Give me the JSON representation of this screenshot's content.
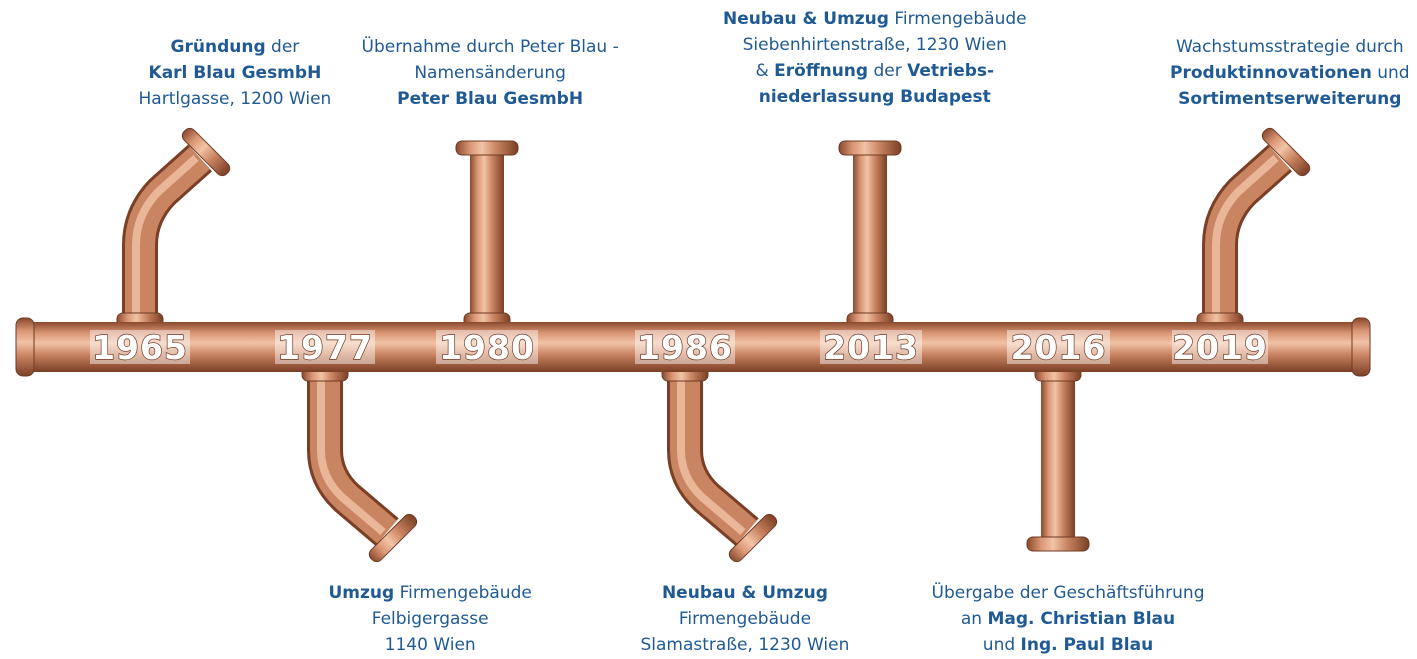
{
  "colors": {
    "copper_dark": "#8a4a2e",
    "copper_mid": "#c98462",
    "copper_light": "#f1c3a6",
    "text_blue": "#1f5a94",
    "year_label_bg": "#ffffff"
  },
  "milestones": [
    {
      "year": "1965",
      "side": "top",
      "pipe": "angled",
      "lines": [
        [
          {
            "t": "Gründung",
            "b": true
          },
          {
            "t": " der",
            "b": false
          }
        ],
        [
          {
            "t": "Karl Blau GesmbH",
            "b": true
          }
        ],
        [
          {
            "t": "Hartlgasse, 1200 Wien",
            "b": false
          }
        ]
      ]
    },
    {
      "year": "1977",
      "side": "bottom",
      "pipe": "angled",
      "lines": [
        [
          {
            "t": "Umzug",
            "b": true
          },
          {
            "t": " Firmengebäude",
            "b": false
          }
        ],
        [
          {
            "t": "Felbigergasse",
            "b": false
          }
        ],
        [
          {
            "t": "1140 Wien",
            "b": false
          }
        ]
      ]
    },
    {
      "year": "1980",
      "side": "top",
      "pipe": "straight",
      "lines": [
        [
          {
            "t": "Übernahme durch Peter Blau -",
            "b": false
          }
        ],
        [
          {
            "t": "Namensänderung",
            "b": false
          }
        ],
        [
          {
            "t": "Peter Blau GesmbH",
            "b": true
          }
        ]
      ]
    },
    {
      "year": "1986",
      "side": "bottom",
      "pipe": "angled",
      "lines": [
        [
          {
            "t": "Neubau & Umzug",
            "b": true
          }
        ],
        [
          {
            "t": "Firmengebäude",
            "b": false
          }
        ],
        [
          {
            "t": "Slamastraße, 1230 Wien",
            "b": false
          }
        ]
      ]
    },
    {
      "year": "2013",
      "side": "top",
      "pipe": "straight",
      "lines": [
        [
          {
            "t": "Neubau & Umzug",
            "b": true
          },
          {
            "t": " Firmengebäude",
            "b": false
          }
        ],
        [
          {
            "t": "Siebenhirtenstraße, 1230 Wien",
            "b": false
          }
        ],
        [
          {
            "t": "& ",
            "b": false
          },
          {
            "t": "Eröffnung",
            "b": true
          },
          {
            "t": " der ",
            "b": false
          },
          {
            "t": "Vetriebs-",
            "b": true
          }
        ],
        [
          {
            "t": "niederlassung Budapest",
            "b": true
          }
        ]
      ]
    },
    {
      "year": "2016",
      "side": "bottom",
      "pipe": "straight",
      "lines": [
        [
          {
            "t": "Übergabe der Geschäftsführung",
            "b": false
          }
        ],
        [
          {
            "t": "an ",
            "b": false
          },
          {
            "t": "Mag. Christian Blau",
            "b": true
          }
        ],
        [
          {
            "t": "und ",
            "b": false
          },
          {
            "t": "Ing. Paul Blau",
            "b": true
          }
        ]
      ]
    },
    {
      "year": "2019",
      "side": "top",
      "pipe": "angled",
      "lines": [
        [
          {
            "t": "Wachstumsstrategie durch",
            "b": false
          }
        ],
        [
          {
            "t": "Produktinnovationen",
            "b": true
          },
          {
            "t": " und",
            "b": false
          }
        ],
        [
          {
            "t": "Sortimentserweiterung",
            "b": true
          }
        ]
      ]
    }
  ]
}
